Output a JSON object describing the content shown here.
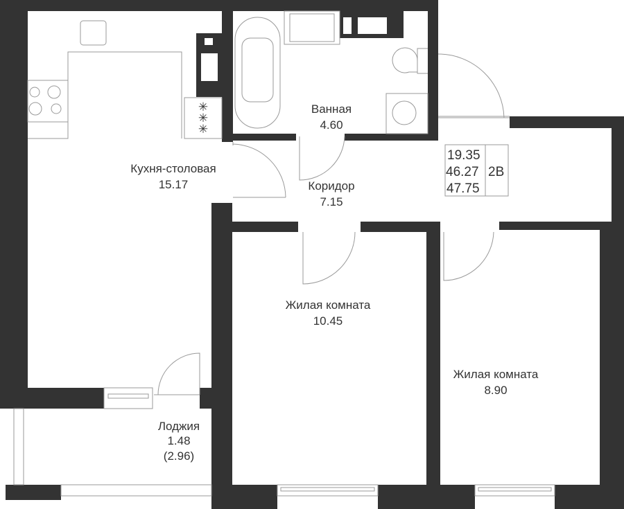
{
  "colors": {
    "wall": "#333333",
    "fixture": "#999999",
    "background": "#ffffff"
  },
  "rooms": [
    {
      "name": "Кухня-столовая",
      "area": "15.17"
    },
    {
      "name": "Ванная",
      "area": "4.60"
    },
    {
      "name": "Коридор",
      "area": "7.15"
    },
    {
      "name": "Жилая комната",
      "area": "10.45"
    },
    {
      "name": "Жилая комната",
      "area": "8.90"
    },
    {
      "name": "Лоджия",
      "area": "1.48",
      "area_full": "(2.96)"
    }
  ],
  "summary": {
    "living_area": "19.35",
    "total_area": "46.27",
    "total_with_loggia": "47.75",
    "type": "2В"
  }
}
